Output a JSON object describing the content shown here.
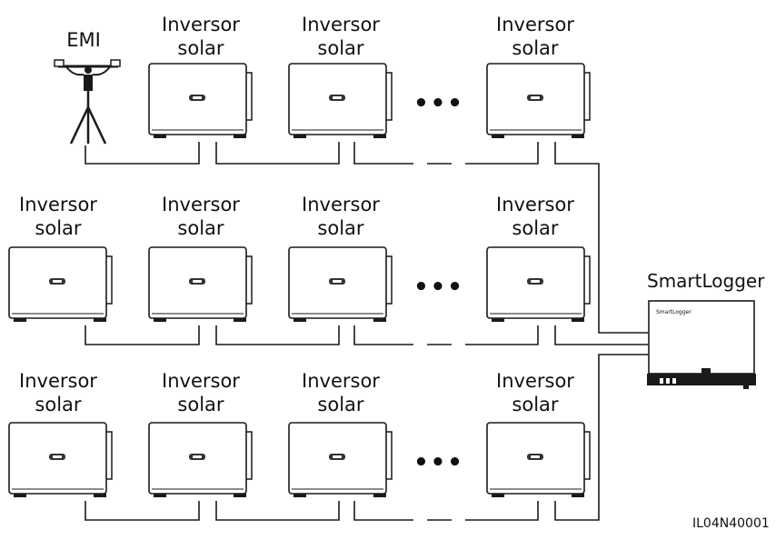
{
  "labels": {
    "inverter_line1": "Inversor",
    "inverter_line2": "solar",
    "emi": "EMI",
    "smartlogger": "SmartLogger",
    "smartlogger_screen": "SmartLogger",
    "ellipsis": "•••",
    "figure_code": "IL04N40001"
  },
  "colors": {
    "line": "#1a1a1a",
    "device_fill": "#ffffff",
    "display": "#333333"
  },
  "rows": [
    {
      "leading_device": "EMI",
      "inverters": 3
    },
    {
      "leading_device": "Inversor solar",
      "inverters": 4
    },
    {
      "leading_device": "Inversor solar",
      "inverters": 4
    }
  ]
}
